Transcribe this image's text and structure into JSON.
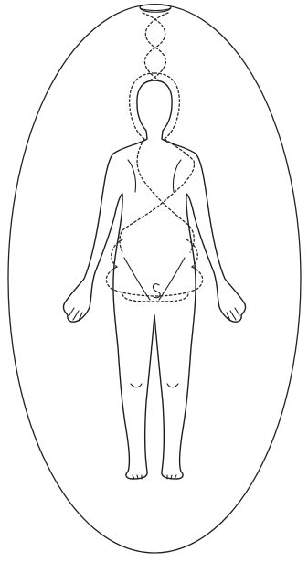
{
  "diagram": {
    "colors": {
      "line": "#1e1e1e",
      "background": "#ffffff"
    },
    "elements": [
      "aura-oval",
      "human-figure",
      "crown-vortex",
      "energy-helix",
      "head-halo",
      "heart-energy-cross",
      "pelvic-energy-ring",
      "root-spiral-icon"
    ]
  }
}
